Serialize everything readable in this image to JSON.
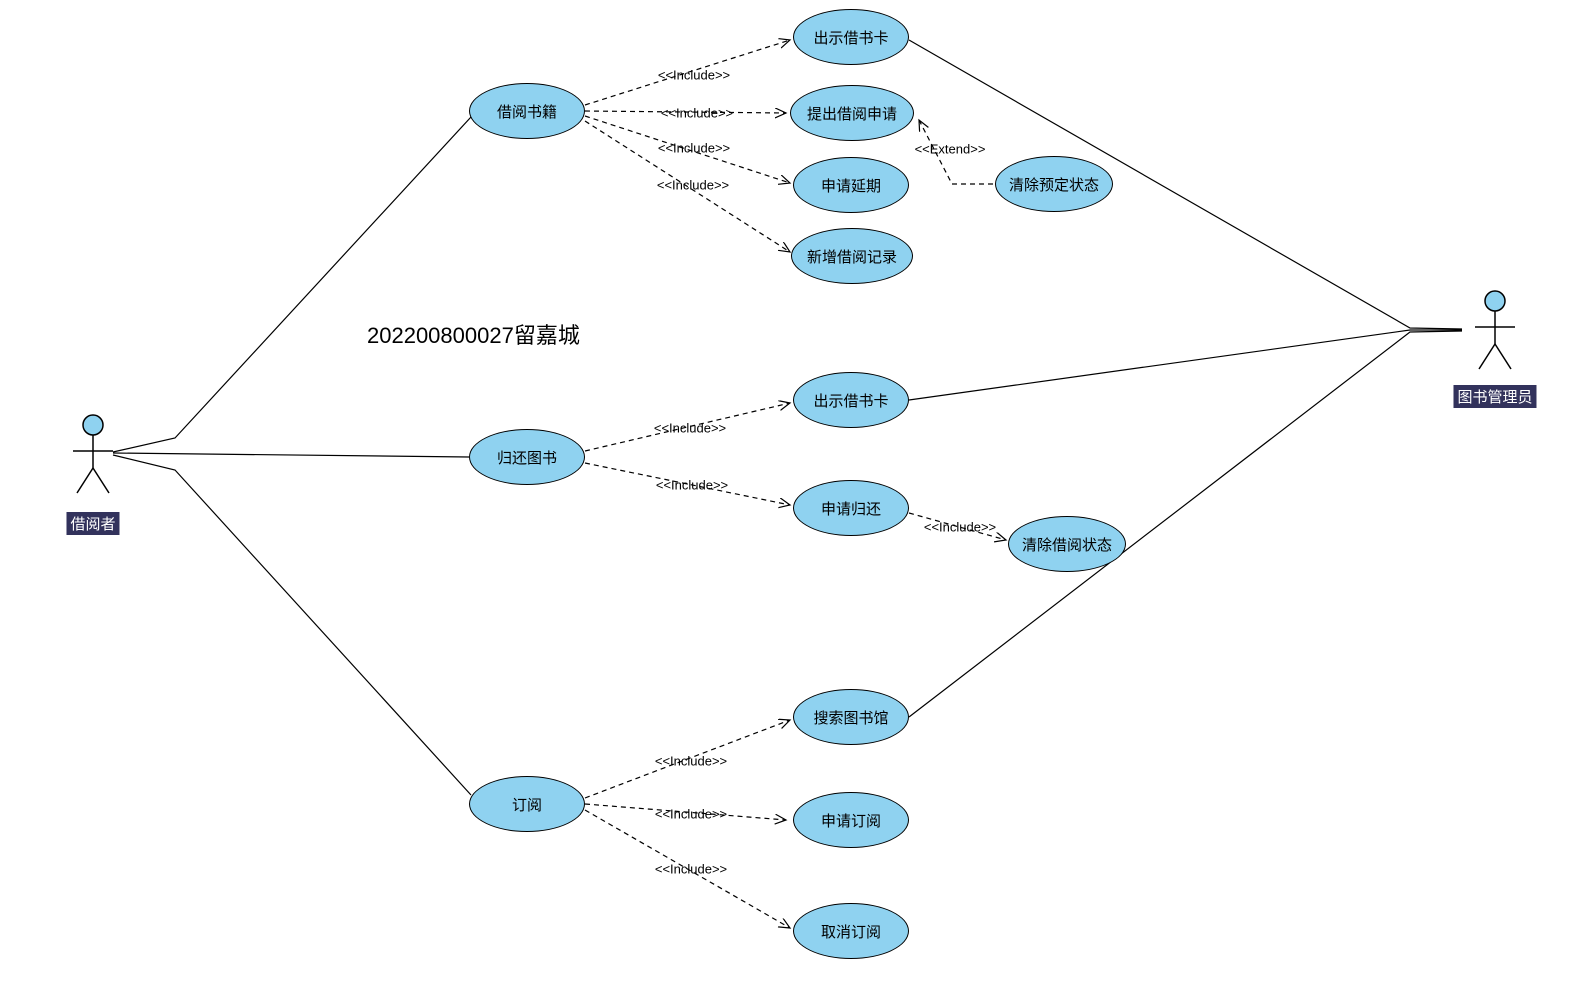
{
  "title": "202200800027留嘉城",
  "actors": {
    "borrower": "借阅者",
    "admin": "图书管理员"
  },
  "use_cases": {
    "borrow_books": "借阅书籍",
    "return_books": "归还图书",
    "subscribe": "订阅",
    "show_card_top": "出示借书卡",
    "submit_borrow_request": "提出借阅申请",
    "request_extension": "申请延期",
    "add_borrow_record": "新增借阅记录",
    "clear_reservation_status": "清除预定状态",
    "show_card_mid": "出示借书卡",
    "request_return": "申请归还",
    "clear_borrow_status": "清除借阅状态",
    "search_library": "搜索图书馆",
    "request_subscription": "申请订阅",
    "cancel_subscription": "取消订阅"
  },
  "labels": {
    "include": "<<Include>>",
    "extend": "<<Extend>>"
  },
  "colors": {
    "ellipse_fill": "#8FD2F0",
    "actor_head_fill": "#8FD2F0",
    "actor_label_bg": "#32325C",
    "line": "#000000"
  }
}
